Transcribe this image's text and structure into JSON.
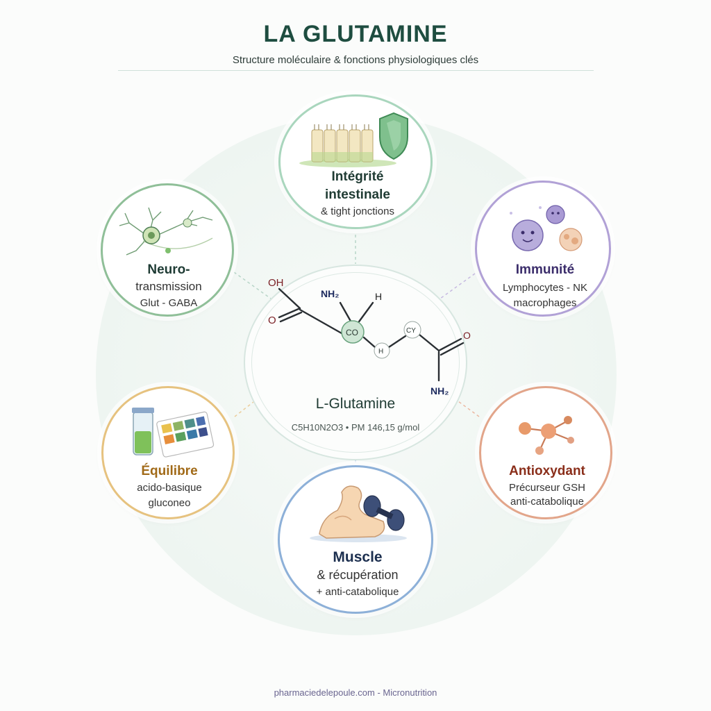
{
  "title": "LA GLUTAMINE",
  "subtitle": "Structure moléculaire & fonctions physiologiques clés",
  "molecule": {
    "name": "L-Glutamine",
    "formula": "C5H10N2O3 • PM 146,15 g/mol",
    "atom_labels": {
      "oh": "OH",
      "o_left": "O",
      "nh2_top": "NH₂",
      "h_top": "H",
      "co": "CO",
      "ch": "H",
      "cy": "CY",
      "o_right": "O",
      "nh2_bottom": "NH₂"
    }
  },
  "nodes": {
    "intestine": {
      "title_1": "Intégrité",
      "title_2": "intestinale",
      "line_1": "& tight jonctions",
      "color": "#1f3b33"
    },
    "neuro": {
      "title_1": "Neuro-",
      "line_1": "transmission",
      "line_2": "Glut - GABA",
      "color": "#1e3b34"
    },
    "immunity": {
      "title_1": "Immunité",
      "line_1": "Lymphocytes - NK",
      "line_2": "macrophages",
      "color": "#3b2d6b"
    },
    "balance": {
      "title_1": "Équilibre",
      "line_1": "acido-basique",
      "line_2": "gluconeo",
      "color": "#a16a18"
    },
    "antioxidant": {
      "title_1": "Antioxydant",
      "line_1": "Précurseur GSH",
      "line_2": "anti-catabolique",
      "color": "#8a2e1a"
    },
    "muscle": {
      "title_1": "Muscle",
      "line_1": "& récupération",
      "line_2": "+ anti-catabolique",
      "color": "#1c2f4f"
    }
  },
  "footer": "pharmaciedelepoule.com - Micronutrition"
}
